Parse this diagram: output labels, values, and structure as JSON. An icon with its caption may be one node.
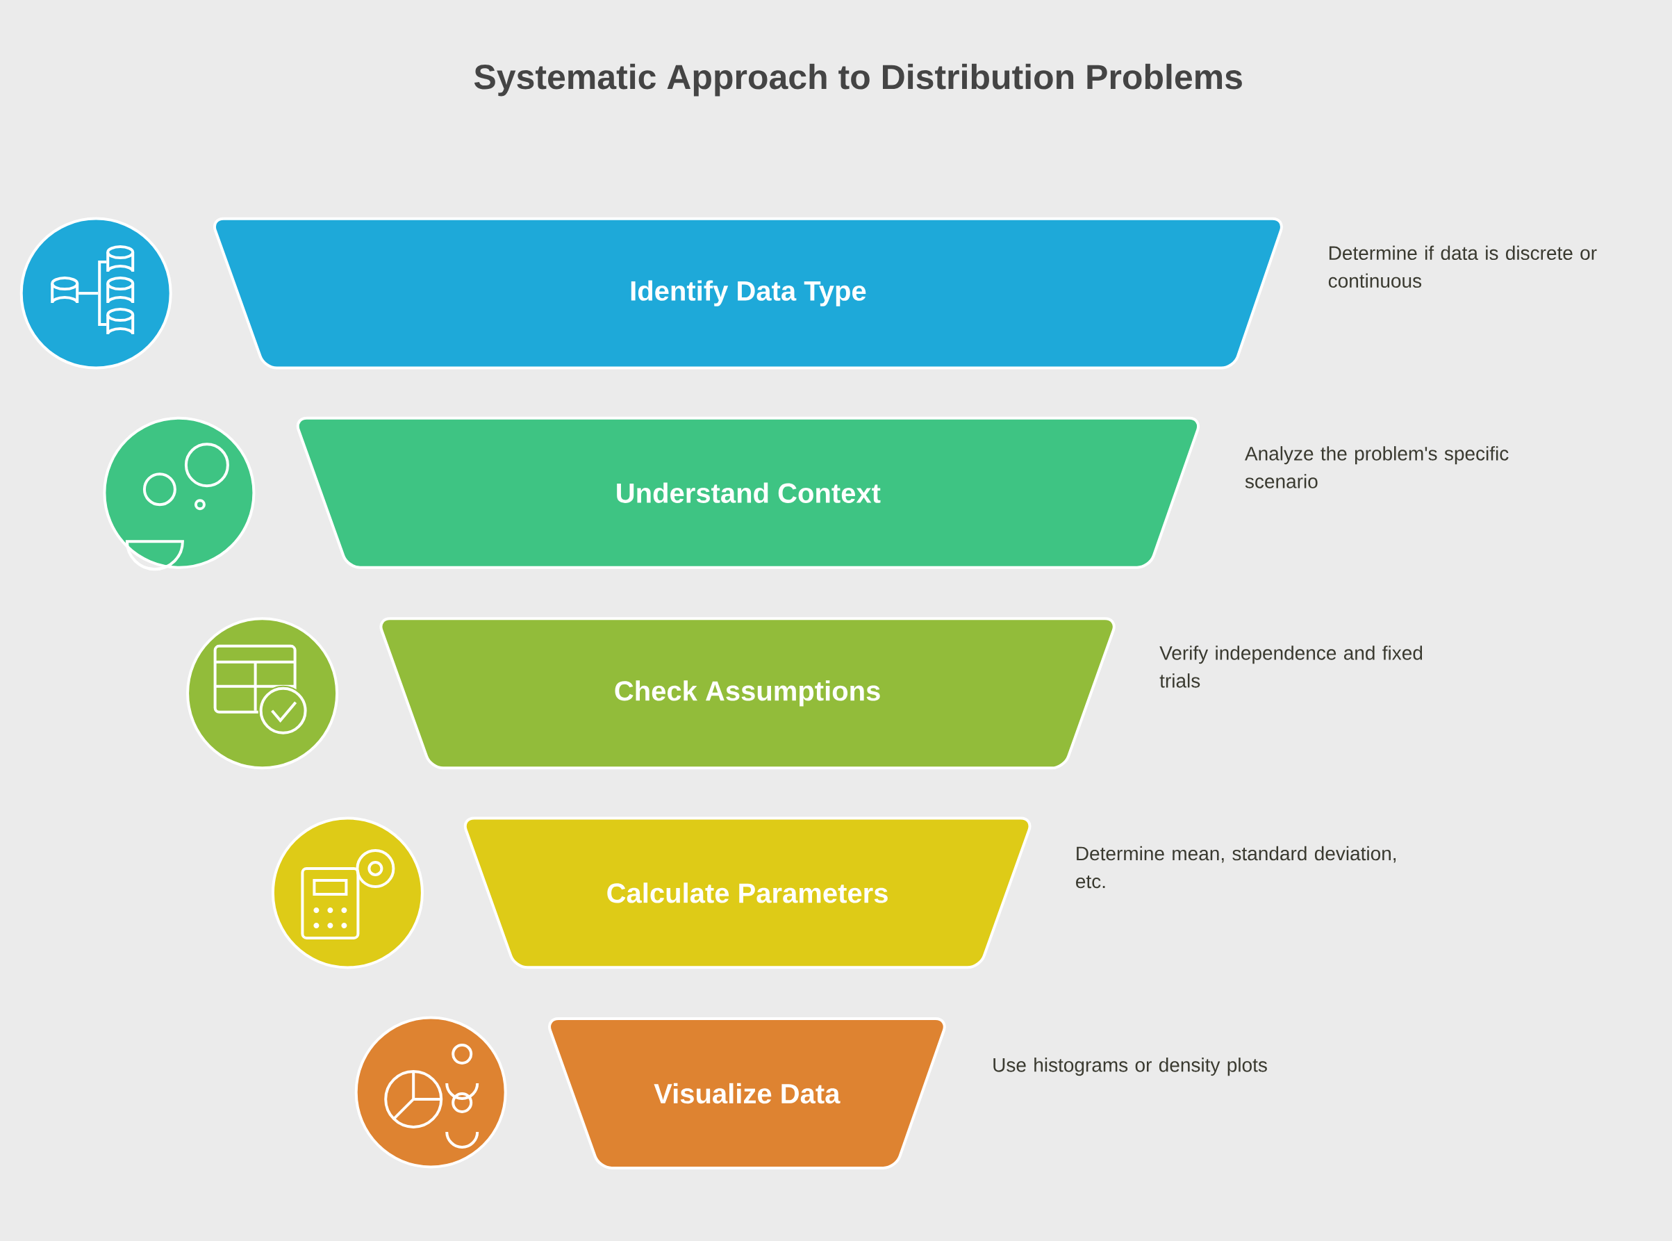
{
  "diagram": {
    "title": "Systematic Approach to Distribution Problems",
    "nodes": [
      {
        "text": [
          "Identify Data Type"
        ],
        "beside": [
          "Determine if data is discrete or continuous"
        ]
      },
      {
        "text": [
          "Understand Context"
        ],
        "beside": [
          "Analyze the problem's specific scenario"
        ]
      },
      {
        "text": [
          "Check Assumptions"
        ],
        "beside": [
          "Verify independence and fixed trials"
        ]
      },
      {
        "text": [
          "Calculate Parameters"
        ],
        "beside": [
          "Determine mean, standard deviation, etc."
        ]
      },
      {
        "text": [
          "Visualize Data"
        ],
        "beside": [
          "Use histograms or density plots"
        ]
      }
    ]
  }
}
